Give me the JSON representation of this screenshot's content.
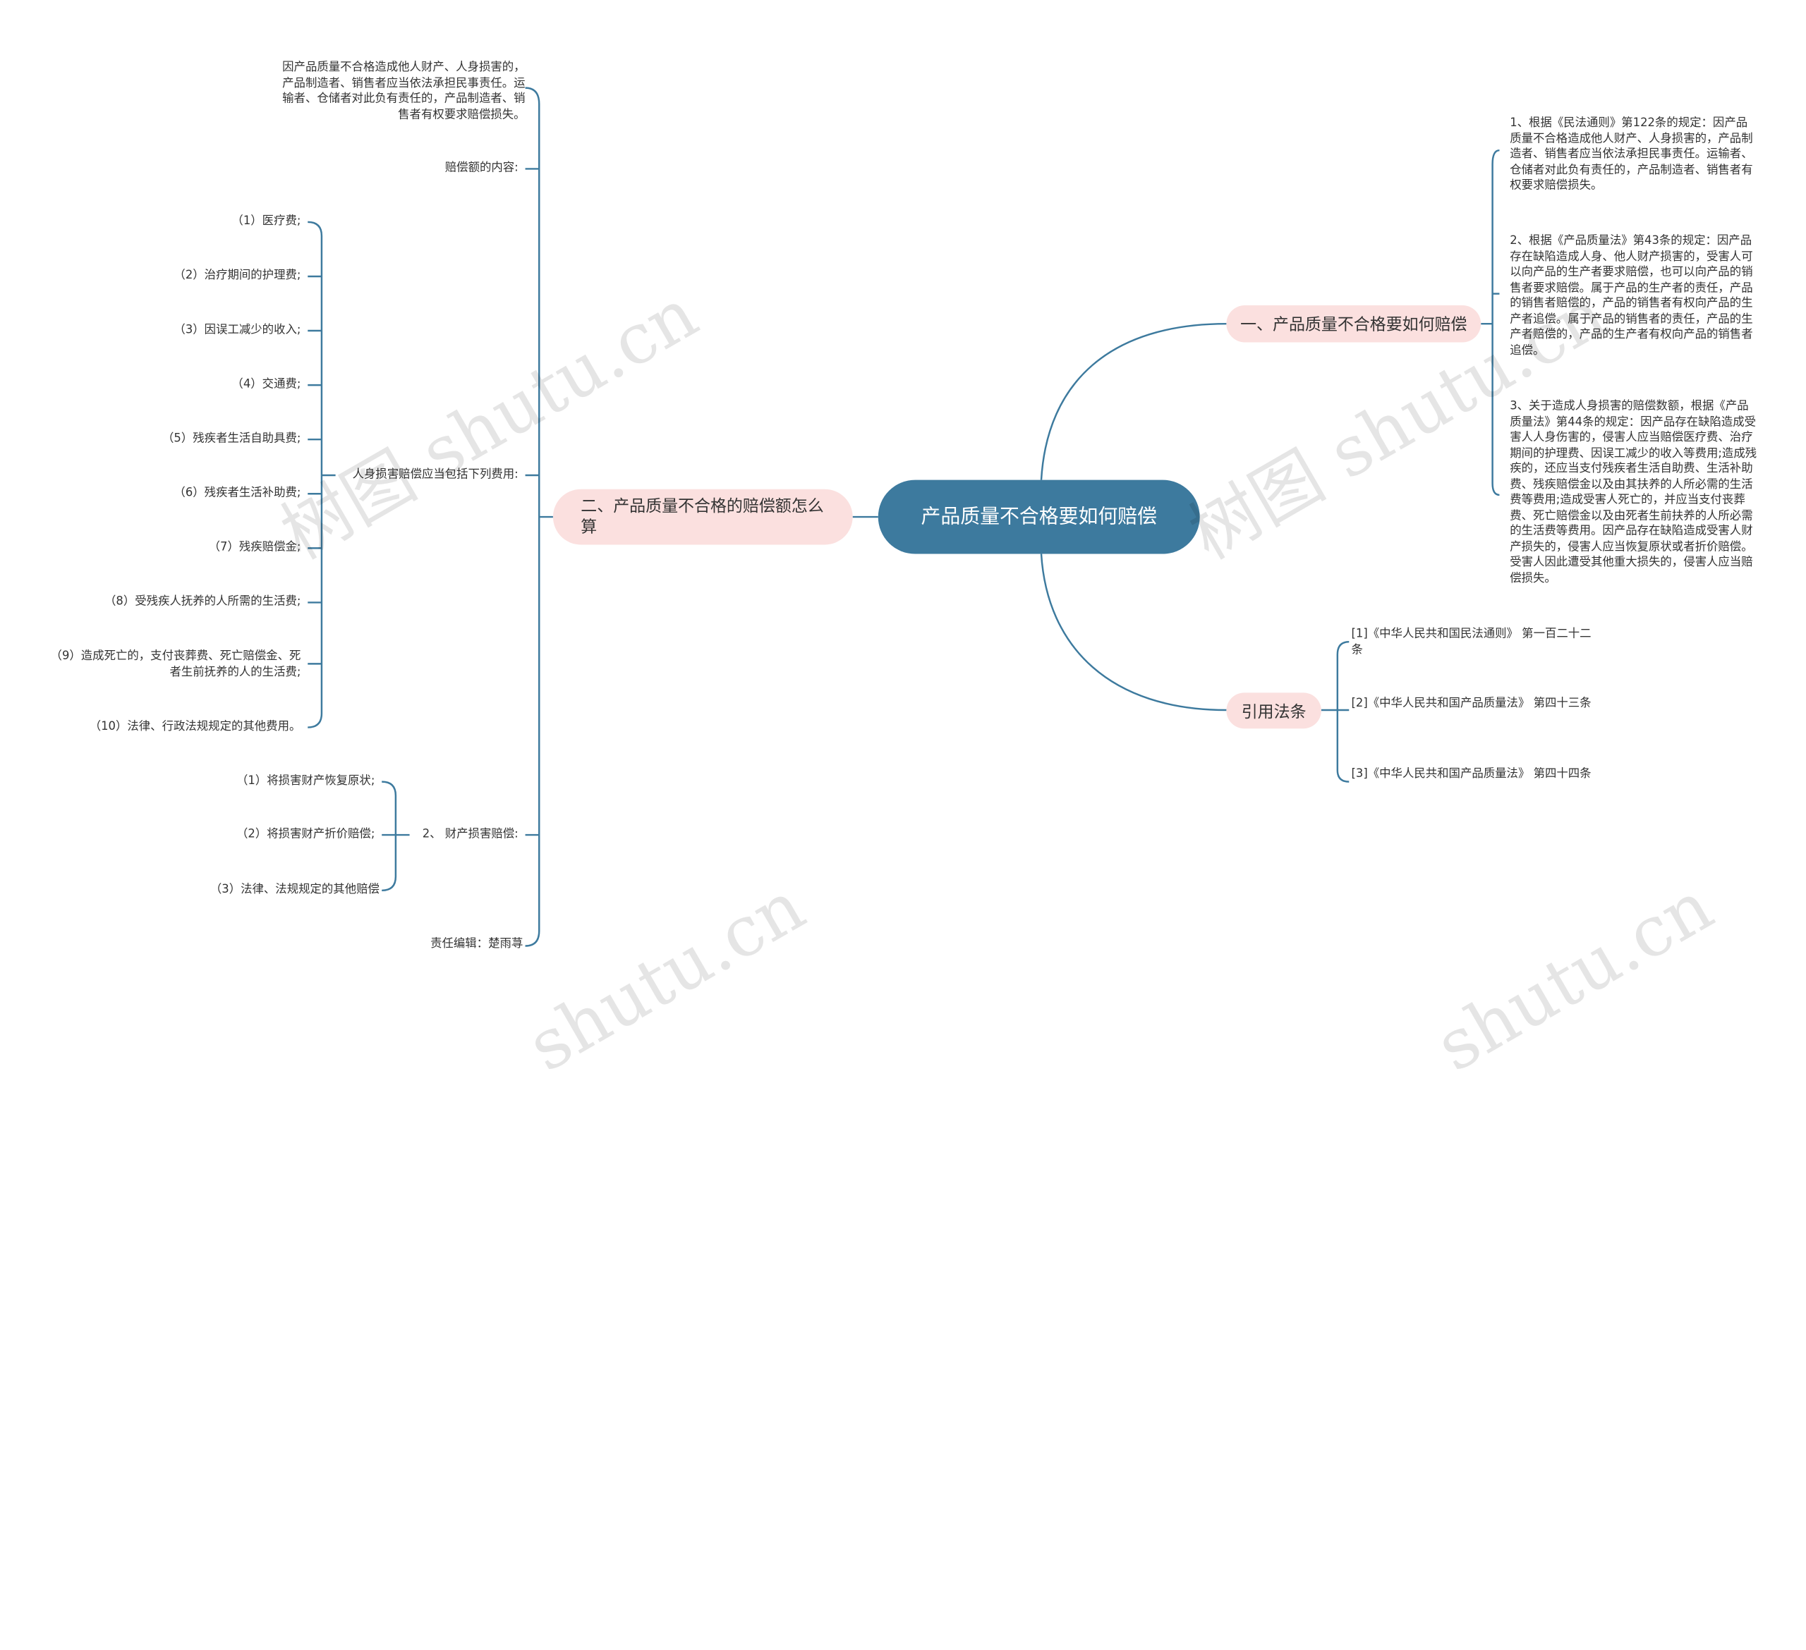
{
  "root": {
    "title": "产品质量不合格要如何赔偿"
  },
  "right": {
    "branch1": {
      "label": "一、产品质量不合格要如何赔偿",
      "items": [
        "1、根据《民法通则》第122条的规定：因产品质量不合格造成他人财产、人身损害的，产品制造者、销售者应当依法承担民事责任。运输者、仓储者对此负有责任的，产品制造者、销售者有权要求赔偿损失。",
        "2、根据《产品质量法》第43条的规定：因产品存在缺陷造成人身、他人财产损害的，受害人可以向产品的生产者要求赔偿，也可以向产品的销售者要求赔偿。属于产品的生产者的责任，产品的销售者赔偿的，产品的销售者有权向产品的生产者追偿。属于产品的销售者的责任，产品的生产者赔偿的，产品的生产者有权向产品的销售者追偿。",
        "3、关于造成人身损害的赔偿数额，根据《产品质量法》第44条的规定：因产品存在缺陷造成受害人人身伤害的，侵害人应当赔偿医疗费、治疗期间的护理费、因误工减少的收入等费用;造成残疾的，还应当支付残疾者生活自助费、生活补助费、残疾赔偿金以及由其扶养的人所必需的生活费等费用;造成受害人死亡的，并应当支付丧葬费、死亡赔偿金以及由死者生前扶养的人所必需的生活费等费用。因产品存在缺陷造成受害人财产损失的，侵害人应当恢复原状或者折价赔偿。受害人因此遭受其他重大损失的，侵害人应当赔偿损失。"
      ]
    },
    "branch2": {
      "label": "引用法条",
      "items": [
        "[1]《中华人民共和国民法通则》 第一百二十二条",
        "[2]《中华人民共和国产品质量法》 第四十三条",
        "[3]《中华人民共和国产品质量法》 第四十四条"
      ]
    }
  },
  "left": {
    "branch1": {
      "label": "二、产品质量不合格的赔偿额怎么算",
      "top_text": "因产品质量不合格造成他人财产、人身损害的，产品制造者、销售者应当依法承担民事责任。运输者、仓储者对此负有责任的，产品制造者、销售者有权要求赔偿损失。",
      "compensation_label": "赔偿额的内容:",
      "personal": {
        "label": "人身损害赔偿应当包括下列费用:",
        "items": [
          "（1）医疗费;",
          "（2）治疗期间的护理费;",
          "（3）因误工减少的收入;",
          "（4）交通费;",
          "（5）残疾者生活自助具费;",
          "（6）残疾者生活补助费;",
          "（7）残疾赔偿金;",
          "（8）受残疾人抚养的人所需的生活费;",
          "（9）造成死亡的，支付丧葬费、死亡赔偿金、死者生前抚养的人的生活费;",
          "（10）法律、行政法规规定的其他费用。"
        ]
      },
      "property": {
        "label": "2、 财产损害赔偿:",
        "items": [
          "（1）将损害财产恢复原状;",
          "（2）将损害财产折价赔偿;",
          "（3）法律、法规规定的其他赔偿"
        ]
      },
      "editor": "责任编辑：楚雨荨"
    }
  },
  "watermarks": [
    "树图 shutu.cn",
    "树图 shutu.cn",
    "shutu.cn",
    "shutu.cn"
  ],
  "colors": {
    "root": "#3d7a9e",
    "branch_bg": "#fbe0df",
    "line": "#3d7a9e"
  }
}
